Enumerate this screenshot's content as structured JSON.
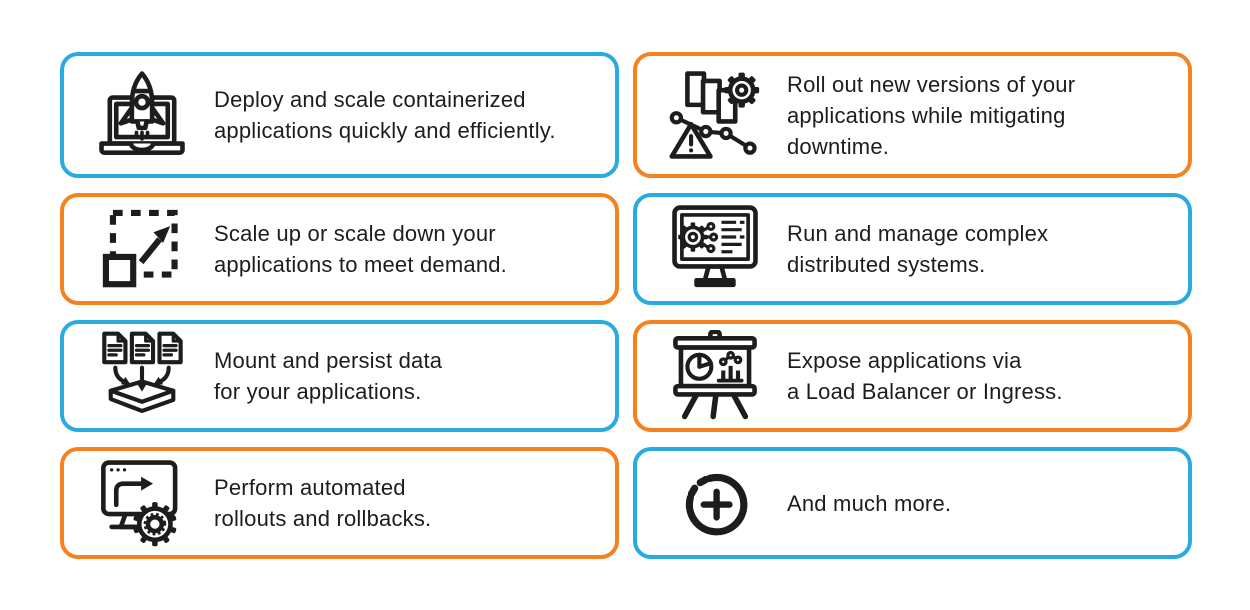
{
  "page": {
    "background": "#ffffff",
    "text_color": "#1d1d1d"
  },
  "colors": {
    "blue": "#29ABE2",
    "orange": "#F5821F",
    "ink": "#1d1d1d"
  },
  "cards": [
    {
      "icon": "rocket-laptop-icon",
      "border_color": "#29ABE2",
      "text": "Deploy and scale containerized\napplications quickly and efficiently."
    },
    {
      "icon": "versions-rollout-icon",
      "border_color": "#F5821F",
      "text": "Roll out new versions of your\napplications while mitigating\ndowntime."
    },
    {
      "icon": "scale-resize-icon",
      "border_color": "#F5821F",
      "text": "Scale up or scale down your\napplications to meet demand."
    },
    {
      "icon": "monitor-circuit-icon",
      "border_color": "#29ABE2",
      "text": "Run and manage complex\ndistributed systems."
    },
    {
      "icon": "documents-storage-icon",
      "border_color": "#29ABE2",
      "text": "Mount and persist data\nfor your applications."
    },
    {
      "icon": "presentation-charts-icon",
      "border_color": "#F5821F",
      "text": "Expose applications via\na Load Balancer or Ingress."
    },
    {
      "icon": "automation-gear-icon",
      "border_color": "#F5821F",
      "text": "Perform automated\nrollouts and rollbacks."
    },
    {
      "icon": "plus-circle-icon",
      "border_color": "#29ABE2",
      "text": "And much more."
    }
  ]
}
